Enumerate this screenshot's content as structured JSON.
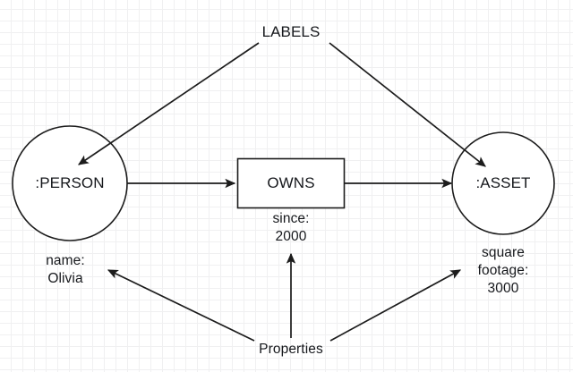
{
  "diagram": {
    "title_text": "LABELS",
    "nodes": [
      {
        "id": "person",
        "shape": "circle",
        "label": ":PERSON"
      },
      {
        "id": "owns",
        "shape": "rectangle",
        "label": "OWNS"
      },
      {
        "id": "asset",
        "shape": "circle",
        "label": ":ASSET"
      }
    ],
    "annotations": {
      "labels_caption": "LABELS",
      "properties_caption": "Properties",
      "person_property": "name:\nOlivia",
      "owns_property": "since:\n2000",
      "asset_property": "square\nfootage:\n3000"
    },
    "edges": [
      {
        "from": "person",
        "to": "owns",
        "kind": "relationship-arrow"
      },
      {
        "from": "owns",
        "to": "asset",
        "kind": "relationship-arrow"
      },
      {
        "from": "LABELS",
        "to": "person",
        "kind": "annotation-pointer"
      },
      {
        "from": "LABELS",
        "to": "asset",
        "kind": "annotation-pointer"
      },
      {
        "from": "Properties",
        "to": "person_property",
        "kind": "annotation-pointer"
      },
      {
        "from": "Properties",
        "to": "owns_property",
        "kind": "annotation-pointer"
      },
      {
        "from": "Properties",
        "to": "asset_property",
        "kind": "annotation-pointer"
      }
    ],
    "colors": {
      "stroke": "#1c1c1c",
      "text": "#16181c",
      "background": "#ffffff",
      "grid_minor": "#f0f0f1",
      "grid_major": "#e6e6e8"
    }
  }
}
